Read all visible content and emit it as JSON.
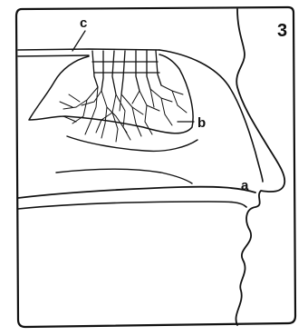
{
  "figure": {
    "number": "3",
    "labels": {
      "a": "a",
      "b": "b",
      "c": "c"
    }
  }
}
